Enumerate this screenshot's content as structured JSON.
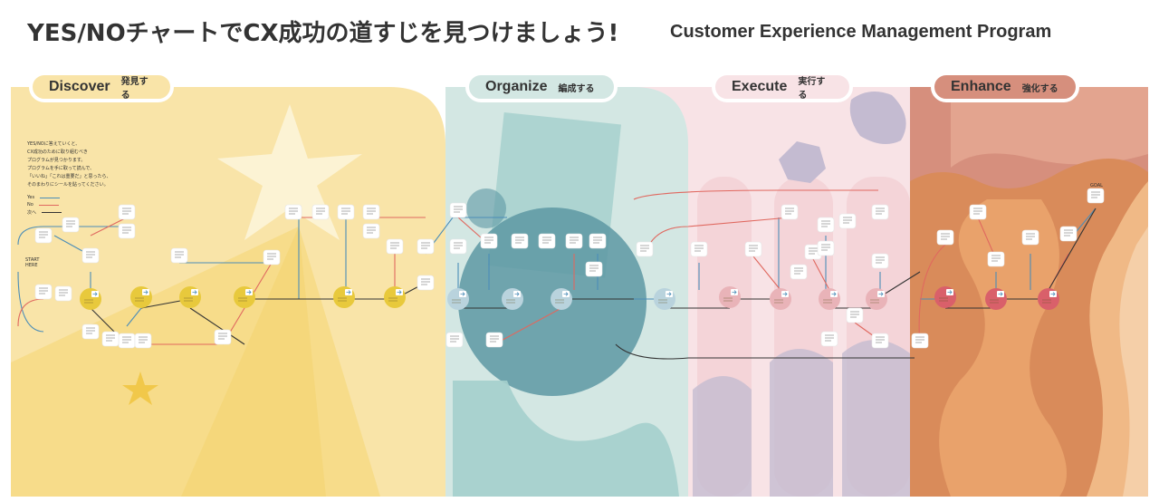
{
  "header": {
    "title_jp": "YES/NOチャートでCX成功の道すじを見つけましょう!",
    "title_en": "Customer Experience Management Program"
  },
  "phases": [
    {
      "name": "Discover",
      "jp": "発見する",
      "color": "#f9e4a8"
    },
    {
      "name": "Organize",
      "jp": "編成する",
      "color": "#d3e7e3"
    },
    {
      "name": "Execute",
      "jp": "実行する",
      "color": "#f8e3e6"
    },
    {
      "name": "Enhance",
      "jp": "強化する",
      "color": "#e8b79a"
    }
  ],
  "intro": {
    "lines": [
      "YES/NOに答えていくと、",
      "CX成功のために取り組むべき",
      "プログラムが見つかります。",
      "プログラムを手に取って読んで、",
      "「いいね」「これは重要だ」と思ったら、",
      "そのまわりにシールを貼ってください。"
    ]
  },
  "legend": [
    {
      "label": "Yes",
      "color": "#4b8db8"
    },
    {
      "label": "No",
      "color": "#e0685f"
    },
    {
      "label": "次へ",
      "color": "#333333"
    }
  ],
  "start_label": "START\nHERE",
  "goal_label": "GOAL",
  "colors": {
    "yes": "#4b8db8",
    "no": "#e0685f",
    "next": "#333333",
    "discover_node": "#e8c93c",
    "organize_node": "#b9d3dd",
    "execute_node": "#e9b3b8",
    "enhance_node": "#d9606a"
  }
}
